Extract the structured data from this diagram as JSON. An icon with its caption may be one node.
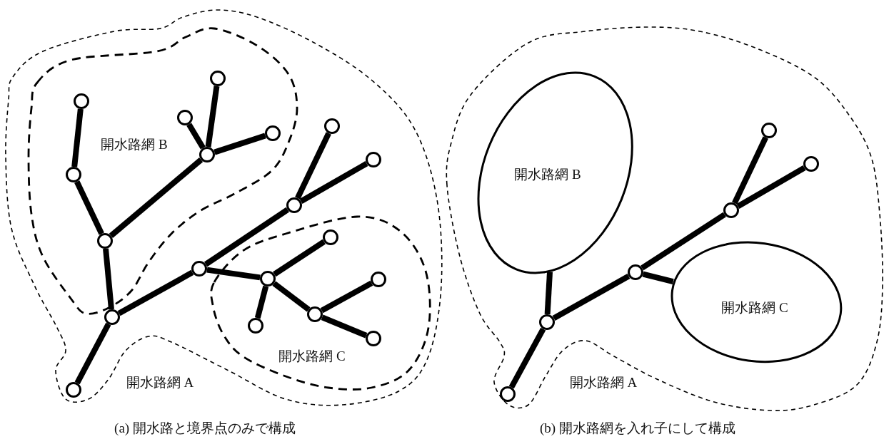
{
  "diagram": {
    "nodes": [
      {
        "text": [
          "開水路網 A"
        ]
      },
      {
        "text": [
          "開水路網 B"
        ],
        "in": 0
      },
      {
        "text": [
          "開水路網 C"
        ],
        "in": 0
      },
      {
        "text": [],
        "shape": "circle",
        "in": 0
      },
      {
        "text": [],
        "shape": "circle",
        "in": 0
      },
      {
        "text": [],
        "shape": "circle",
        "in": 1
      },
      {
        "text": [],
        "shape": "circle",
        "in": 1
      },
      {
        "text": [],
        "shape": "circle",
        "in": 1
      },
      {
        "text": [],
        "shape": "circle",
        "in": 1
      },
      {
        "text": [],
        "shape": "circle",
        "in": 1
      },
      {
        "text": [],
        "shape": "circle",
        "in": 1
      },
      {
        "text": [],
        "shape": "circle",
        "in": 1
      },
      {
        "text": [],
        "shape": "circle",
        "in": 0
      },
      {
        "text": [],
        "shape": "circle",
        "in": 0
      },
      {
        "text": [],
        "shape": "circle",
        "in": 0
      },
      {
        "text": [],
        "shape": "circle",
        "in": 0
      },
      {
        "text": [],
        "shape": "circle",
        "in": 2
      },
      {
        "text": [],
        "shape": "circle",
        "in": 2
      },
      {
        "text": [],
        "shape": "circle",
        "in": 2
      },
      {
        "text": [],
        "shape": "circle",
        "in": 2
      },
      {
        "text": [],
        "shape": "circle",
        "in": 2
      },
      {
        "text": [],
        "shape": "circle",
        "in": 2
      },
      {
        "text": [
          "開水路網 A"
        ]
      },
      {
        "text": [
          "開水路網 B"
        ],
        "in": 22
      },
      {
        "text": [
          "開水路網 C"
        ],
        "in": 22
      },
      {
        "text": [],
        "shape": "circle",
        "in": 22
      },
      {
        "text": [],
        "shape": "circle",
        "in": 22
      },
      {
        "text": [],
        "shape": "circle",
        "in": 22
      },
      {
        "text": [],
        "shape": "circle",
        "in": 22
      },
      {
        "text": [],
        "shape": "circle",
        "in": 22
      },
      {
        "text": [],
        "shape": "circle",
        "in": 22
      }
    ],
    "edges": [
      {
        "from": 3,
        "to": 4,
        "arrow": "none"
      },
      {
        "from": 4,
        "to": 5,
        "arrow": "none"
      },
      {
        "from": 5,
        "to": 6,
        "arrow": "none"
      },
      {
        "from": 6,
        "to": 7,
        "arrow": "none"
      },
      {
        "from": 5,
        "to": 8,
        "arrow": "none"
      },
      {
        "from": 8,
        "to": 9,
        "arrow": "none"
      },
      {
        "from": 8,
        "to": 10,
        "arrow": "none"
      },
      {
        "from": 8,
        "to": 11,
        "arrow": "none"
      },
      {
        "from": 4,
        "to": 12,
        "arrow": "none"
      },
      {
        "from": 12,
        "to": 13,
        "arrow": "none"
      },
      {
        "from": 13,
        "to": 14,
        "arrow": "none"
      },
      {
        "from": 13,
        "to": 15,
        "arrow": "none"
      },
      {
        "from": 12,
        "to": 16,
        "arrow": "none"
      },
      {
        "from": 16,
        "to": 17,
        "arrow": "none"
      },
      {
        "from": 16,
        "to": 18,
        "arrow": "none"
      },
      {
        "from": 16,
        "to": 19,
        "arrow": "none"
      },
      {
        "from": 19,
        "to": 20,
        "arrow": "none"
      },
      {
        "from": 19,
        "to": 21,
        "arrow": "none"
      },
      {
        "from": 25,
        "to": 26,
        "arrow": "none"
      },
      {
        "from": 26,
        "to": 23,
        "arrow": "none"
      },
      {
        "from": 26,
        "to": 27,
        "arrow": "none"
      },
      {
        "from": 27,
        "to": 24,
        "arrow": "none"
      },
      {
        "from": 27,
        "to": 28,
        "arrow": "none"
      },
      {
        "from": 28,
        "to": 29,
        "arrow": "none"
      },
      {
        "from": 28,
        "to": 30,
        "arrow": "none"
      }
    ],
    "labels": [
      "(a) 開水路と境界点のみで構成",
      "(b) 開水路網を入れ子にして構成"
    ]
  }
}
